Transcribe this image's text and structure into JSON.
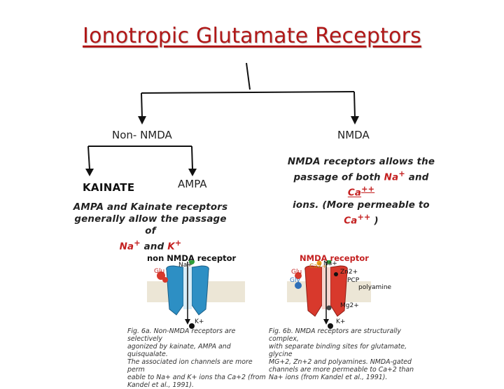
{
  "title": "Ionotropic Glutamate Receptors",
  "branches": {
    "non_nmda": "Non- NMDA",
    "nmda": "NMDA",
    "kainate": "KAINATE",
    "ampa": "AMPA"
  },
  "left_desc": {
    "line1": "AMPA and Kainate receptors",
    "line2": "generally allow the passage of",
    "na": "Na",
    "na_sup": "+",
    "and": "and",
    "k": "K",
    "k_sup": "+"
  },
  "right_desc": {
    "line1": "NMDA receptors allows the",
    "line2a": "passage of both",
    "na": "Na",
    "na_sup": "+",
    "and": "and",
    "ca": "Ca",
    "ca_sup": "++",
    "line3a": "ions. (More permeable to",
    "ca2": "Ca",
    "ca2_sup": "++",
    "close": ")"
  },
  "fig_left": {
    "title": "non NMDA receptor",
    "ligand": "Glu",
    "ion_in": "Na+",
    "ion_out": "K+",
    "caption": [
      "Fig. 6a. Non-NMDA receptors are selectively",
      "agonized by kainate, AMPA and quisqualate.",
      "The associated ion channels are more perm",
      "eable to Na+ and K+ ions tha Ca+2 (from",
      "Kandel et al., 1991)."
    ]
  },
  "fig_right": {
    "title": "NMDA receptor",
    "ligands": [
      "Glu",
      "Gly"
    ],
    "ions": [
      "Ca2+",
      "Na+",
      "Zn2+",
      "PCP",
      "polyamine",
      "Mg2+",
      "K+"
    ],
    "caption": [
      "Fig. 6b. NMDA receptors are structurally complex,",
      "with separate binding sites for glutamate, glycine",
      "MG+2, Zn+2 and polyamines. NMDA-gated",
      "channels are more permeable to Ca+2 than",
      "Na+ ions (from Kandel et al., 1991)."
    ]
  },
  "colors": {
    "title": "#b01818",
    "highlight": "#c42020",
    "receptor_blue": "#2d8fc4",
    "receptor_red": "#d8392c"
  }
}
